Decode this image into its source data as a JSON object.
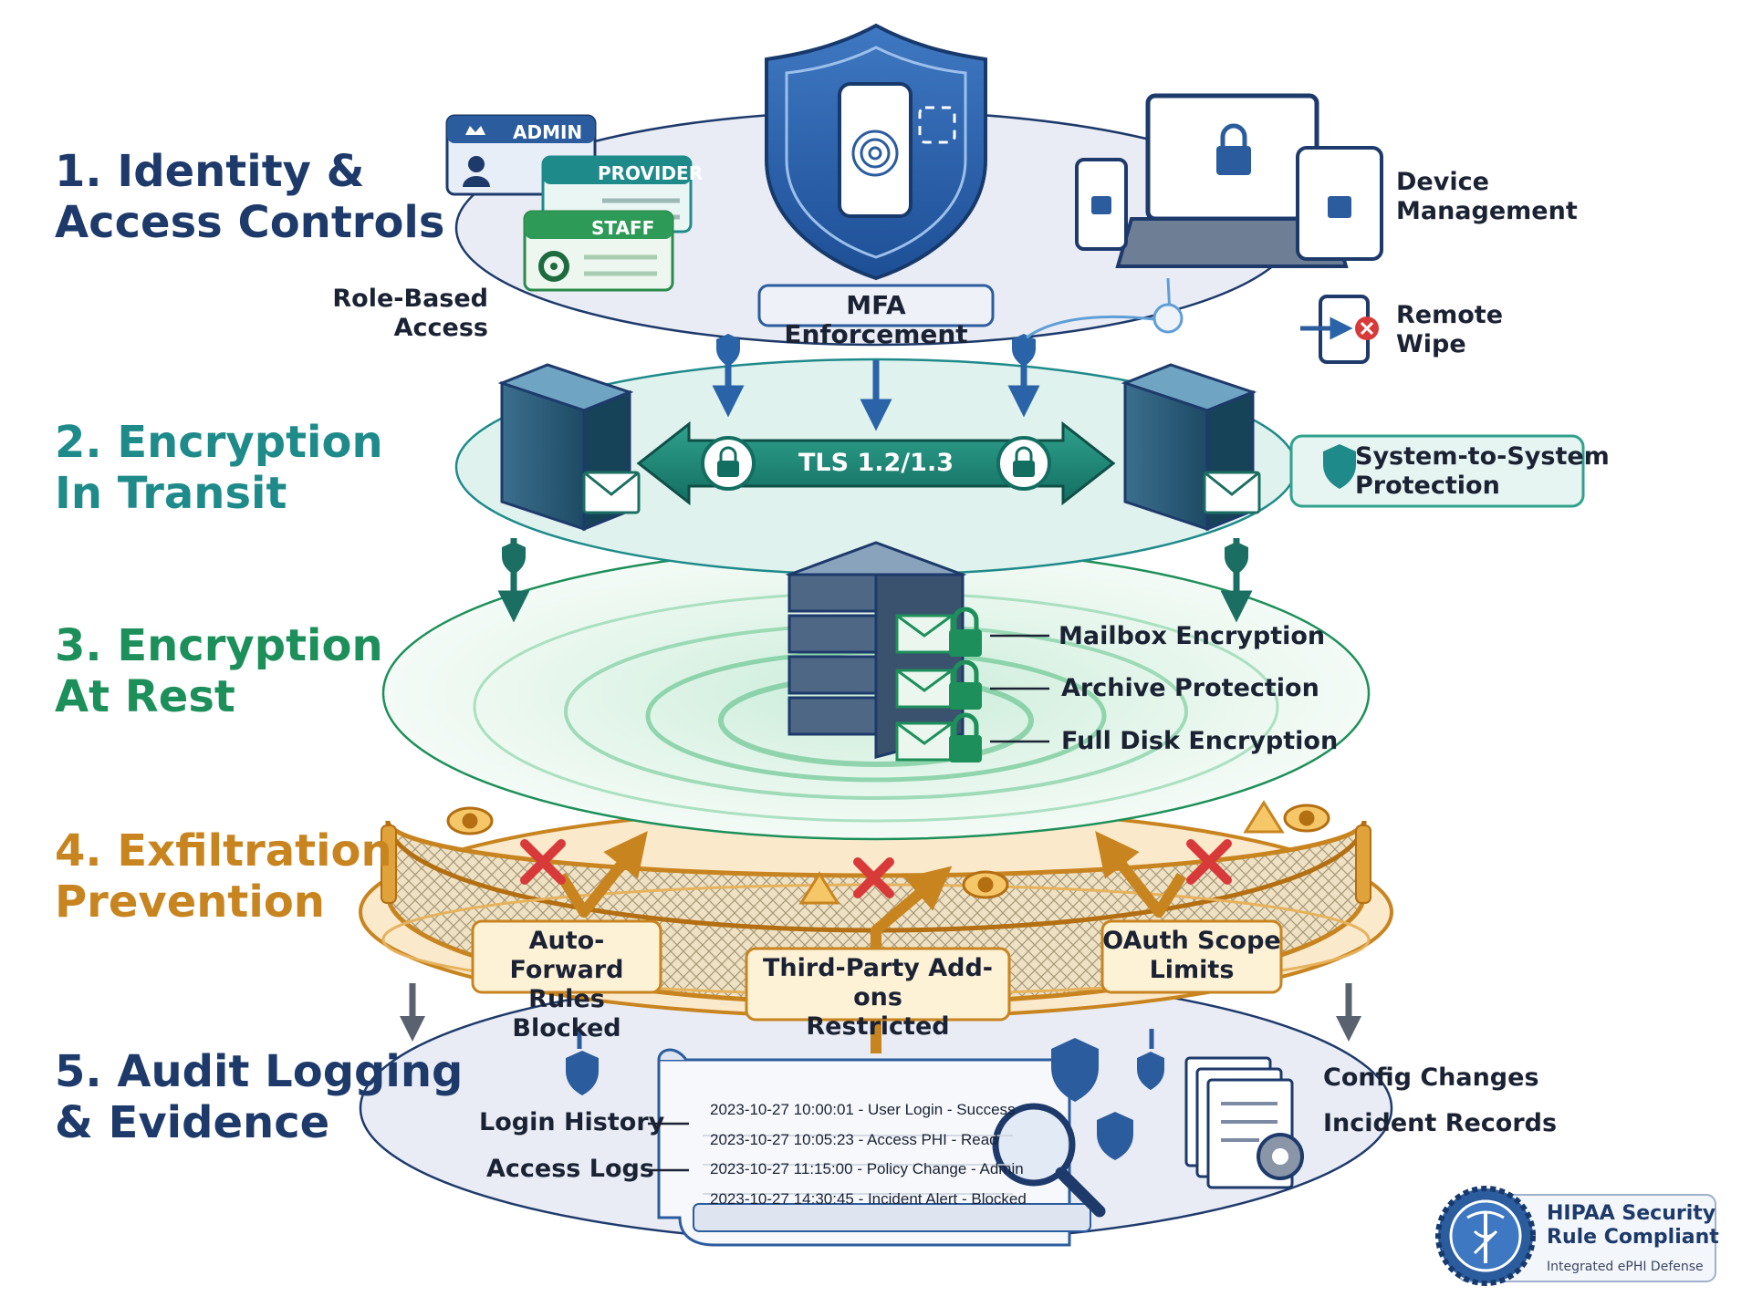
{
  "layers": [
    {
      "title": [
        "1. Identity &",
        "Access Controls"
      ],
      "color": "#1d3a6b"
    },
    {
      "title": [
        "2. Encryption",
        "In Transit"
      ],
      "color": "#1f8a8a"
    },
    {
      "title": [
        "3. Encryption",
        "At Rest"
      ],
      "color": "#1d8f5a"
    },
    {
      "title": [
        "4. Exfiltration",
        "Prevention"
      ],
      "color": "#c8841f"
    },
    {
      "title": [
        "5. Audit Logging",
        "& Evidence"
      ],
      "color": "#1d3a6b"
    }
  ],
  "identity": {
    "role_cards": {
      "admin": "ADMIN",
      "provider": "PROVIDER",
      "staff": "STAFF"
    },
    "role_based_access": [
      "Role-Based",
      "Access"
    ],
    "mfa": "MFA Enforcement",
    "device_management": [
      "Device",
      "Management"
    ],
    "remote_wipe": [
      "Remote",
      "Wipe"
    ]
  },
  "transit": {
    "tls": "TLS 1.2/1.3",
    "system_protection": [
      "System-to-System",
      "Protection"
    ]
  },
  "rest": {
    "items": [
      "Mailbox Encryption",
      "Archive Protection",
      "Full Disk Encryption"
    ]
  },
  "exfiltration": {
    "auto_forward": [
      "Auto-Forward",
      "Rules Blocked"
    ],
    "third_party": [
      "Third-Party Add-ons",
      "Restricted"
    ],
    "oauth": [
      "OAuth Scope",
      "Limits"
    ]
  },
  "audit": {
    "login_history": "Login History",
    "access_logs": "Access Logs",
    "config_changes": "Config Changes",
    "incident_records": "Incident Records",
    "log_entries": [
      "2023-10-27 10:00:01 - User Login - Success",
      "2023-10-27 10:05:23 - Access PHI - Read",
      "2023-10-27 11:15:00 - Policy Change - Admin",
      "2023-10-27 14:30:45 - Incident Alert - Blocked"
    ]
  },
  "badge": {
    "title": [
      "HIPAA Security",
      "Rule Compliant"
    ],
    "subtitle": "Integrated ePHI Defense"
  },
  "colors": {
    "navy": "#1d3a6b",
    "teal": "#1f8a8a",
    "green": "#1d8f5a",
    "orange": "#c8841f",
    "red": "#d83a3a"
  }
}
